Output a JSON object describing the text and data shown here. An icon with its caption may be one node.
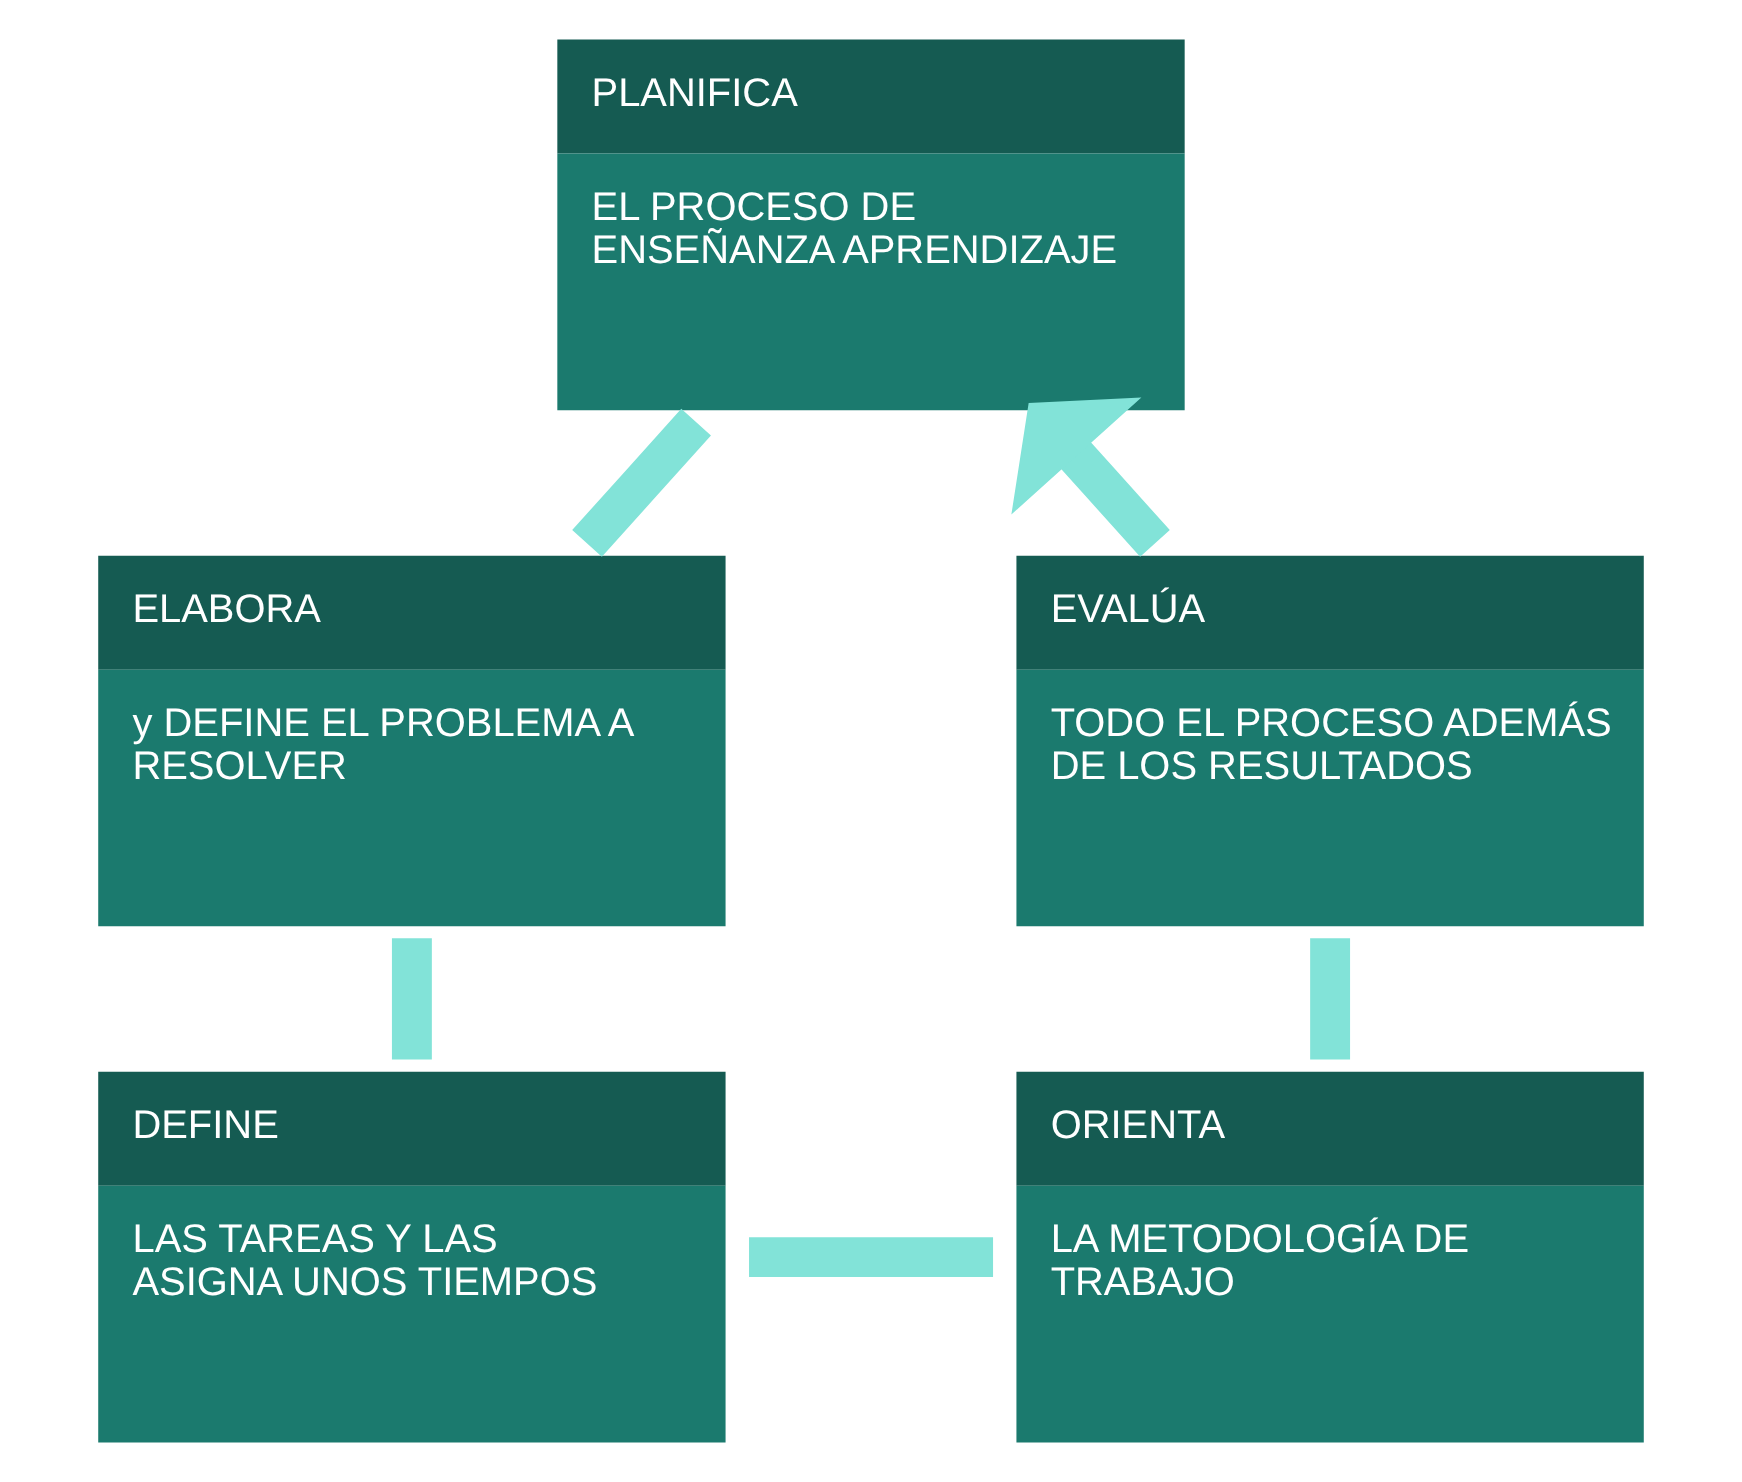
{
  "diagram": {
    "nodes": [
      {
        "text": [
          "PLANIFICA",
          "EL PROCESO DE ENSEÑANZA APRENDIZAJE"
        ]
      },
      {
        "text": [
          "ELABORA",
          "y DEFINE EL PROBLEMA A RESOLVER"
        ]
      },
      {
        "text": [
          "DEFINE",
          "LAS TAREAS Y LAS ASIGNA UNOS TIEMPOS"
        ]
      },
      {
        "text": [
          "ORIENTA",
          "LA METODOLOGÍA DE TRABAJO"
        ]
      },
      {
        "text": [
          "EVALÚA",
          "TODO EL PROCESO ADEMÁS DE LOS RESULTADOS"
        ]
      }
    ],
    "edges": [
      {
        "from": 0,
        "to": 1,
        "arrow": "none"
      },
      {
        "from": 1,
        "to": 2,
        "arrow": "none"
      },
      {
        "from": 2,
        "to": 3,
        "arrow": "none"
      },
      {
        "from": 3,
        "to": 4,
        "arrow": "none"
      },
      {
        "from": 4,
        "to": 0,
        "arrow": "to"
      }
    ]
  }
}
